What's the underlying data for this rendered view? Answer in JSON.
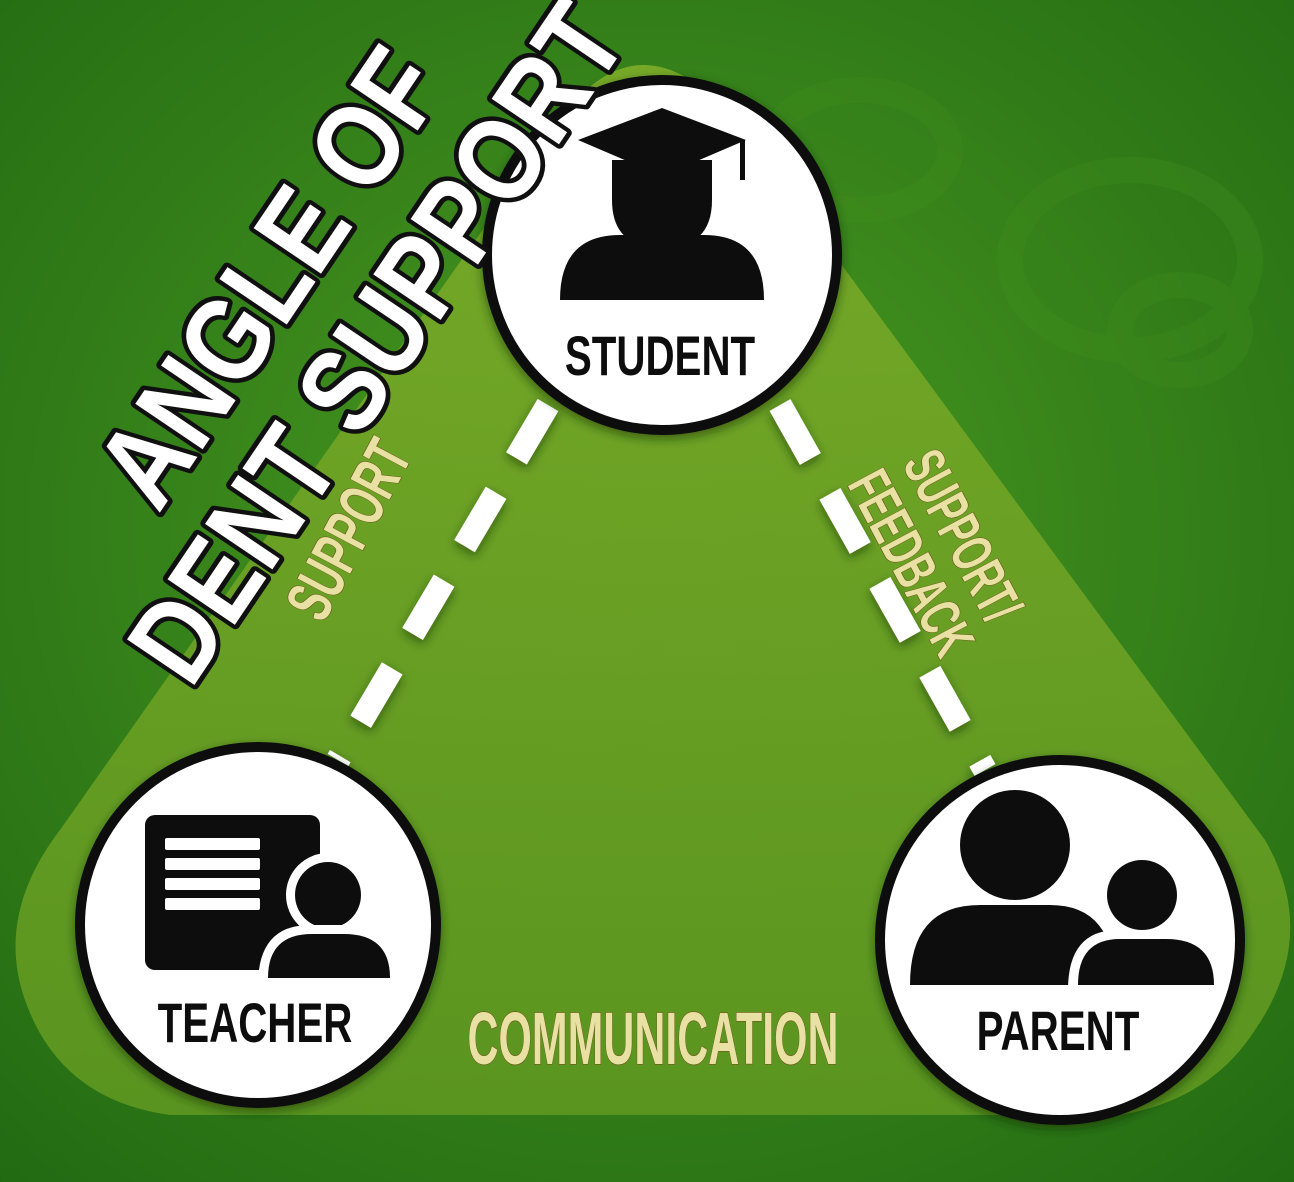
{
  "title": {
    "line1": "ANGLE OF",
    "line2": "DENT SUPPORT"
  },
  "nodes": {
    "student": {
      "label": "STUDENT",
      "icon": "graduate-icon"
    },
    "teacher": {
      "label": "TEACHER",
      "icon": "teacher-board-icon"
    },
    "parent": {
      "label": "PARENT",
      "icon": "parent-child-icon"
    }
  },
  "edges": {
    "student_teacher": {
      "label": "SUPPORT"
    },
    "student_parent": {
      "label_line1": "SUPPORT/",
      "label_line2": "FEEDBACK"
    },
    "teacher_parent": {
      "label": "COMMUNICATION"
    }
  },
  "colors": {
    "background": "#2e7a16",
    "triangle": "#6a9f22",
    "node_fill": "#ffffff",
    "node_stroke": "#111111",
    "dash": "#ffffff",
    "edge_label": "#e9e1a4"
  }
}
